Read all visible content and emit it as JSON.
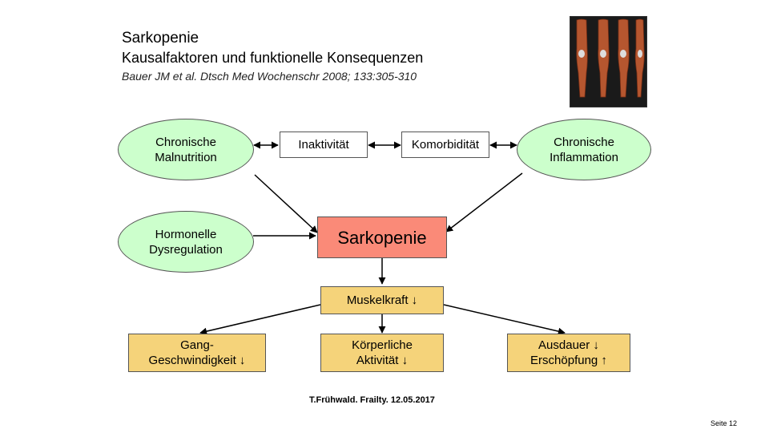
{
  "header": {
    "title": "Sarkopenie",
    "subtitle": "Kausalfaktoren und funktionelle Konsequenzen",
    "citation": "Bauer JM et al. Dtsch Med Wochenschr 2008; 133:305-310"
  },
  "nodes": {
    "malnutrition": "Chronische Malnutrition",
    "inaktivitaet": "Inaktivität",
    "komorbiditaet": "Komorbidität",
    "inflammation": "Chronische Inflammation",
    "hormonelle": "Hormonelle Dysregulation",
    "sarkopenie": "Sarkopenie",
    "muskelkraft": "Muskelkraft ↓",
    "gang": "Gang-Geschwindigkeit ↓",
    "koerperliche": "Körperliche Aktivität ↓",
    "ausdauer_line1": "Ausdauer ↓",
    "ausdauer_line2": "Erschöpfung ↑"
  },
  "footer": {
    "source": "T.Frühwald. Frailty. 12.05.2017",
    "page": "Seite 12"
  },
  "colors": {
    "ellipse": "#ccffcc",
    "sarkopenie": "#fa8a78",
    "outcome": "#f5d37a"
  }
}
